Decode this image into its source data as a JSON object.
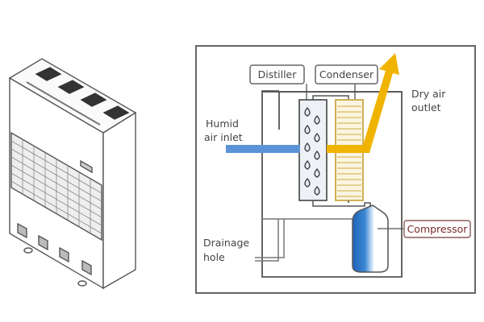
{
  "labels": {
    "distiller": "Distiller",
    "condenser": "Condenser",
    "dry_air_1": "Dry air",
    "dry_air_2": "outlet",
    "humid_1": "Humid",
    "humid_2": "air inlet",
    "drainage_1": "Drainage",
    "drainage_2": "hole",
    "compressor": "Compressor"
  },
  "colors": {
    "line": "#555555",
    "inlet_arrow": "#5b93d6",
    "outlet_arrow": "#f0b400",
    "condenser": "#c9a94a",
    "compressor_blue": "#2f72c4",
    "compressor_label": "#7a2a2a"
  }
}
